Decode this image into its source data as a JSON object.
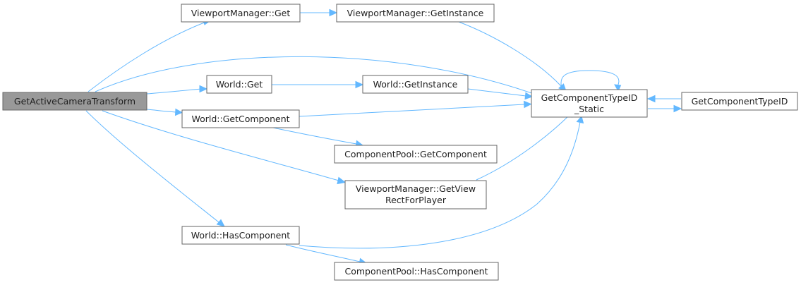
{
  "diagram": {
    "nodes": {
      "root": {
        "lines": [
          "GetActiveCameraTransform"
        ]
      },
      "vm_get": {
        "lines": [
          "ViewportManager::Get"
        ]
      },
      "vm_getinstance": {
        "lines": [
          "ViewportManager::GetInstance"
        ]
      },
      "world_get": {
        "lines": [
          "World::Get"
        ]
      },
      "world_getinstance": {
        "lines": [
          "World::GetInstance"
        ]
      },
      "world_getcomponent": {
        "lines": [
          "World::GetComponent"
        ]
      },
      "pool_getcomponent": {
        "lines": [
          "ComponentPool::GetComponent"
        ]
      },
      "vm_getviewrect": {
        "lines": [
          "ViewportManager::GetView",
          "RectForPlayer"
        ]
      },
      "world_hascomponent": {
        "lines": [
          "World::HasComponent"
        ]
      },
      "pool_hascomponent": {
        "lines": [
          "ComponentPool::HasComponent"
        ]
      },
      "gct_static": {
        "lines": [
          "GetComponentTypeID",
          "_Static"
        ]
      },
      "gct": {
        "lines": [
          "GetComponentTypeID"
        ]
      }
    },
    "edge_color": "#63b8ff",
    "root_fill": "#999999"
  }
}
